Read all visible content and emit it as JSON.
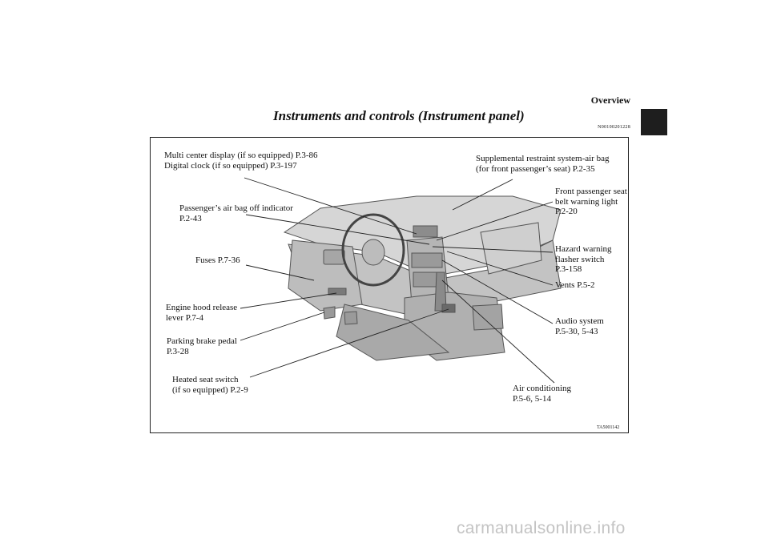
{
  "header": {
    "section": "Overview",
    "title": "Instruments and controls (Instrument panel)",
    "code": "N00100201228"
  },
  "callouts": {
    "multi_center_display": {
      "line1": "Multi center display (if so equipped) P.3-86",
      "line2": "Digital clock (if so equipped) P.3-197"
    },
    "supplemental_restraint": {
      "line1": "Supplemental restraint system-air bag",
      "line2": "(for front passenger’s seat) P.2-35"
    },
    "front_passenger_seat_belt": {
      "line1": "Front passenger seat",
      "line2": "belt warning light",
      "line3": "P.2-20"
    },
    "passenger_air_bag_off": {
      "line1": "Passenger’s air bag off indicator",
      "line2": "P.2-43"
    },
    "hazard_warning": {
      "line1": "Hazard warning",
      "line2": "flasher switch",
      "line3": "P.3-158"
    },
    "fuses": {
      "line1": "Fuses P.7-36"
    },
    "vents": {
      "line1": "Vents P.5-2"
    },
    "engine_hood_release": {
      "line1": "Engine hood release",
      "line2": "lever P.7-4"
    },
    "audio_system": {
      "line1": "Audio system",
      "line2": "P.5-30, 5-43"
    },
    "parking_brake_pedal": {
      "line1": "Parking brake pedal",
      "line2": "P.3-28"
    },
    "heated_seat_switch": {
      "line1": "Heated seat switch",
      "line2": "(if so equipped) P.2-9"
    },
    "air_conditioning": {
      "line1": "Air conditioning",
      "line2": "P.5-6, 5-14"
    }
  },
  "figure_code": "TA5001142",
  "watermark": "carmanualsonline.info"
}
